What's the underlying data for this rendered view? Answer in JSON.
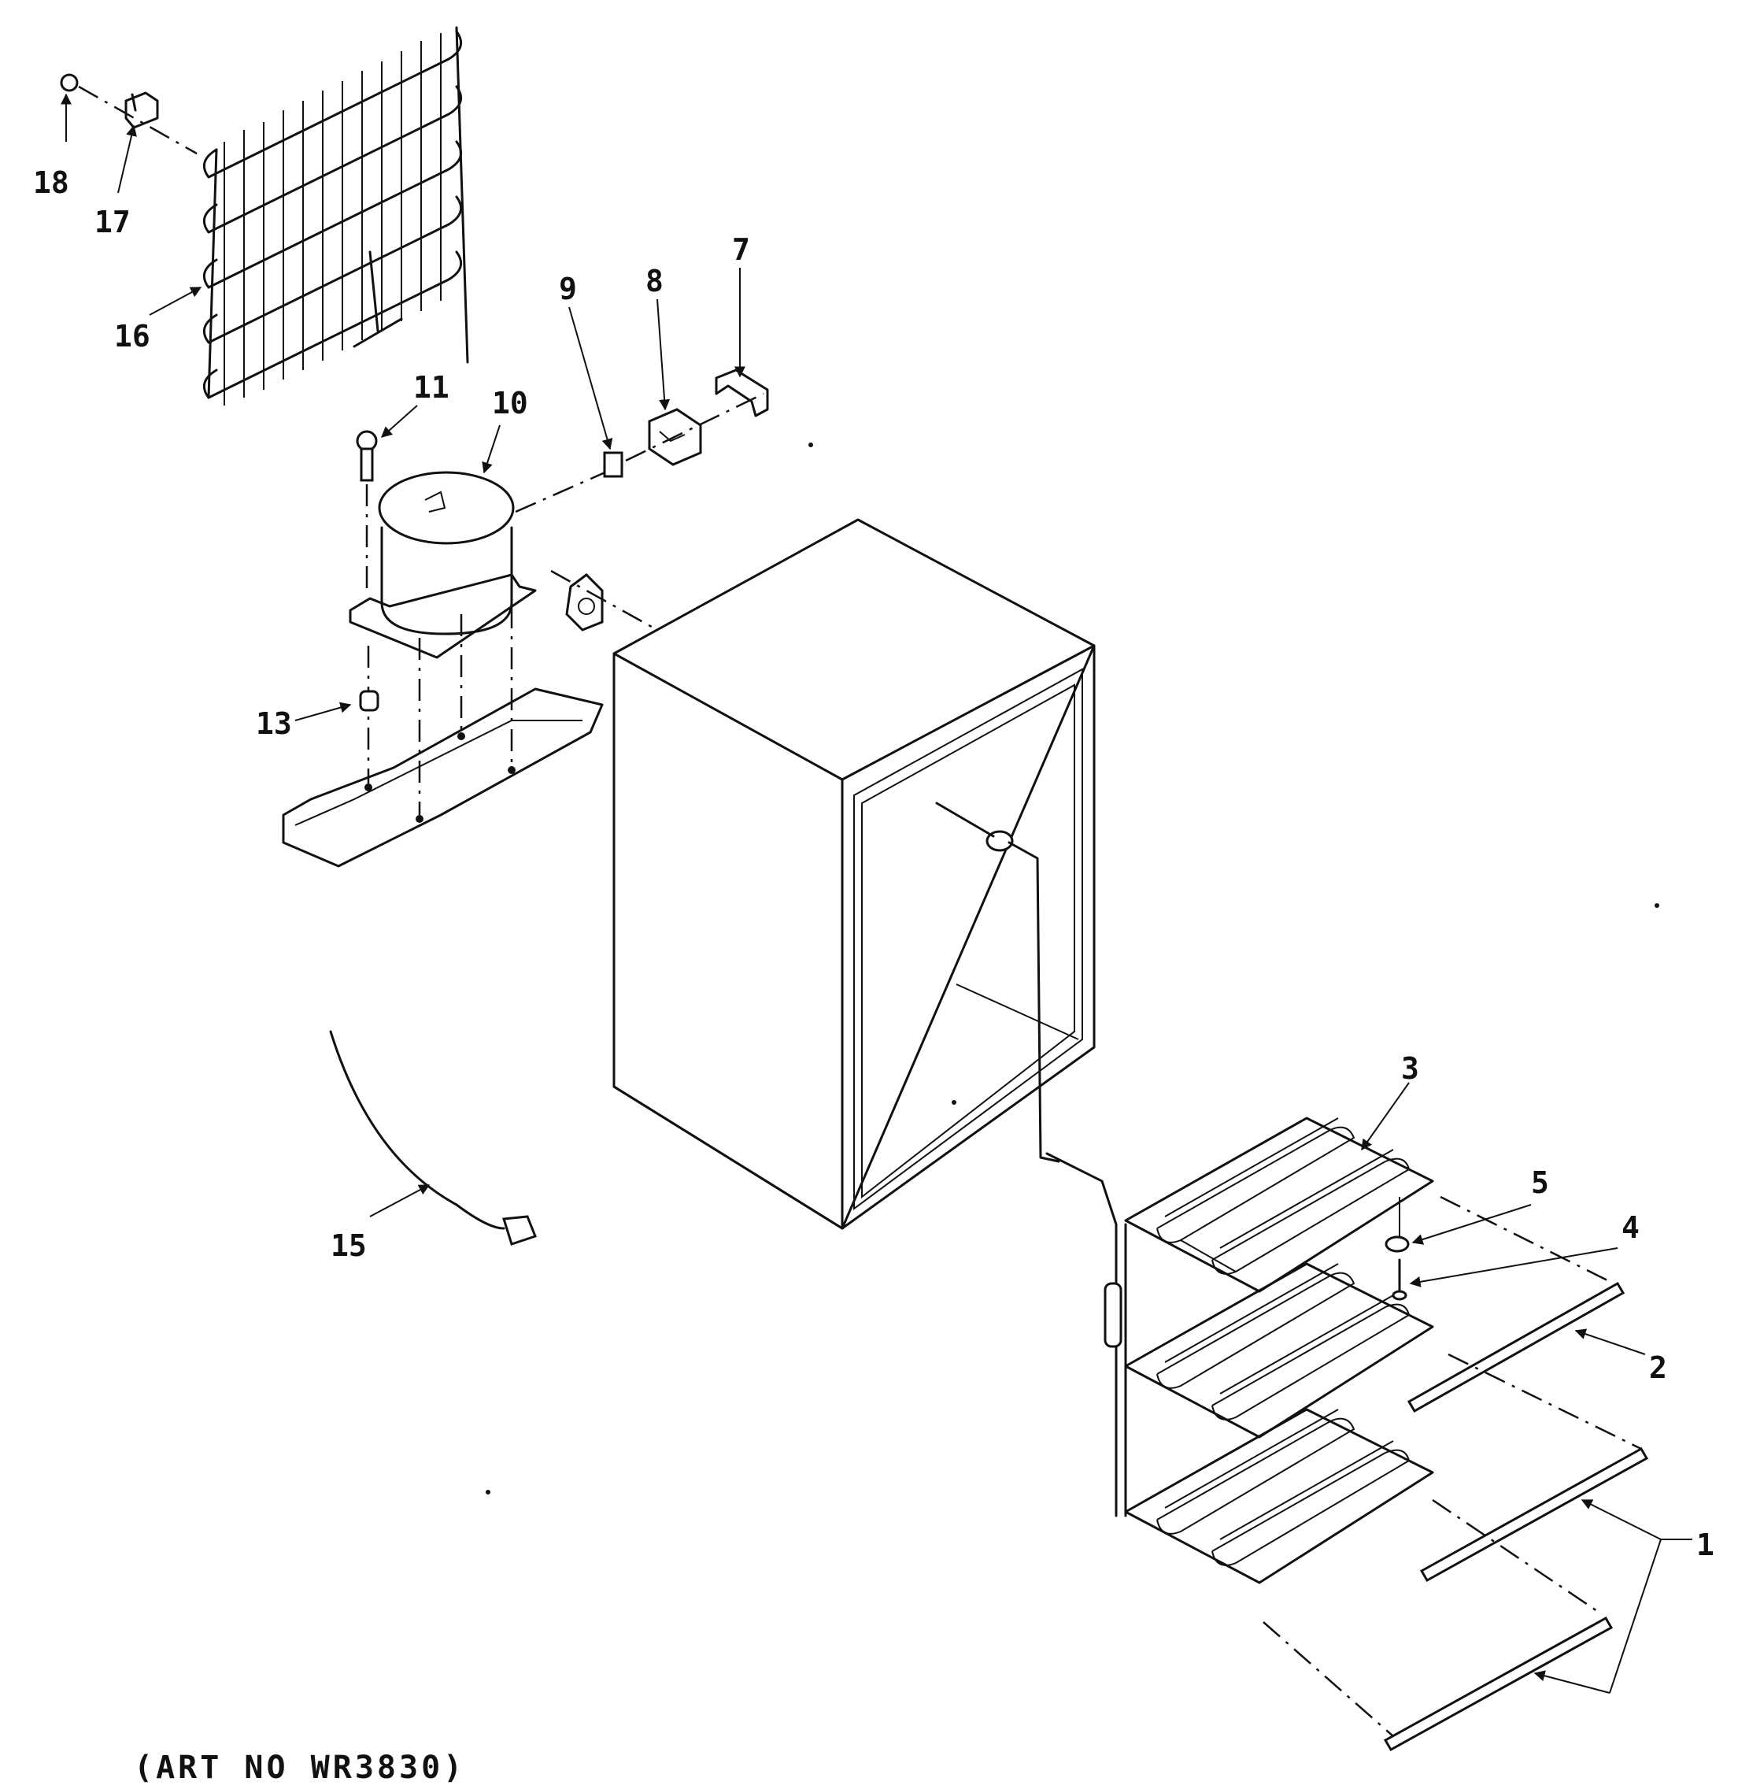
{
  "callouts": {
    "c1": "1",
    "c2": "2",
    "c3": "3",
    "c4": "4",
    "c5": "5",
    "c7": "7",
    "c8": "8",
    "c9": "9",
    "c10": "10",
    "c11": "11",
    "c13": "13",
    "c15": "15",
    "c16": "16",
    "c17": "17",
    "c18": "18"
  },
  "caption": "(ART NO WR3830)"
}
